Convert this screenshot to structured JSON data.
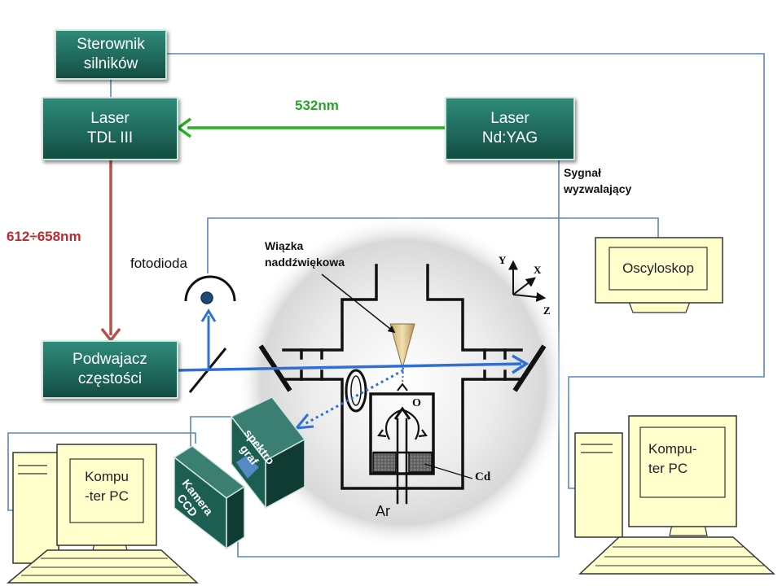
{
  "blocks": {
    "motor_controller": "Sterownik\nsilników",
    "laser_tdl": "Laser\nTDL III",
    "laser_ndyag": "Laser\nNd:YAG",
    "frequency_doubler": "Podwajacz\nczęstości",
    "spectrograph": "spektro\ngraf",
    "ccd_camera": "Kamera\nCCD"
  },
  "labels": {
    "green_beam": "532nm",
    "red_beam": "612÷658nm",
    "photodiode": "fotodioda",
    "trigger_signal": "Sygnał\nwyzwalający",
    "supersonic_beam": "Wiązka\nnaddźwiękowa",
    "argon": "Ar",
    "cadmium": "Cd",
    "nozzle_point": "O",
    "axis_y": "Y",
    "axis_x": "X",
    "axis_z": "Z"
  },
  "devices": {
    "oscilloscope": "Oscyloskop",
    "computer_left": "Kompu\n-ter PC",
    "computer_right": "Kompu-\nter PC"
  },
  "colors": {
    "block_fill": "#1f6a5c",
    "green_beam": "#22b31f",
    "red_beam": "#b5524a",
    "blue_beam": "#2f6fd6",
    "signal_line": "#5b86c2",
    "device_fill": "#ffffcc",
    "label_red": "#c0282d",
    "label_green": "#2aa32a"
  }
}
